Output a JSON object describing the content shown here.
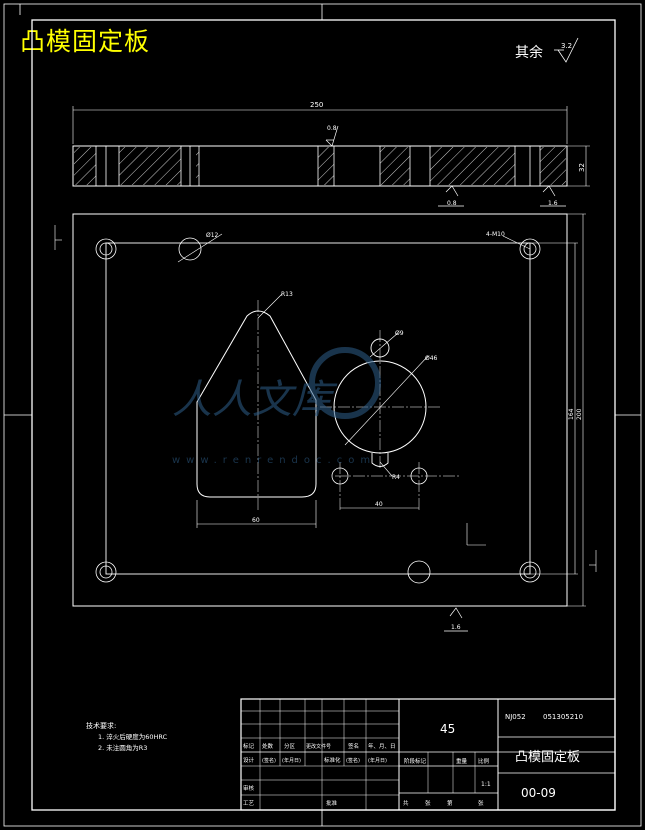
{
  "title": "凸模固定板",
  "other_roughness": {
    "label": "其余",
    "value": "3.2"
  },
  "dimensions": {
    "total_length": "250",
    "thickness": "32",
    "height_1": "164",
    "height_2": "200",
    "d12": "Ø12",
    "hole_callout": "4-M10",
    "r13": "R13",
    "d9": "Ø9",
    "d46": "Ø46",
    "r4": "R4",
    "w60": "60",
    "w40": "40"
  },
  "roughness_marks": [
    "0.8",
    "0.8",
    "1.6",
    "1.6"
  ],
  "tech_requirements": {
    "heading": "技术要求:",
    "items": [
      "1. 淬火后硬度为60HRC",
      "2. 未注圆角为R3"
    ]
  },
  "title_block": {
    "material": "45",
    "code": "NJ052",
    "number": "051305210",
    "part_name": "凸模固定板",
    "drawing_no": "00-09",
    "scale": "1:1",
    "row_labels": [
      "标记",
      "处数",
      "分区",
      "更改文件号",
      "签名",
      "年、月、日"
    ],
    "row2_labels": [
      "设计",
      "(签名)",
      "(年月日)",
      "标准化",
      "(签名)",
      "(年月日)"
    ],
    "stage_labels": [
      "阶段标记",
      "重量",
      "比例"
    ],
    "sheet_labels": [
      "共",
      "张",
      "第",
      "张"
    ],
    "review": "审核",
    "process": "工艺",
    "approve": "批准"
  },
  "watermark": {
    "text": "人人文库",
    "url": "www.renrendoc.com"
  }
}
